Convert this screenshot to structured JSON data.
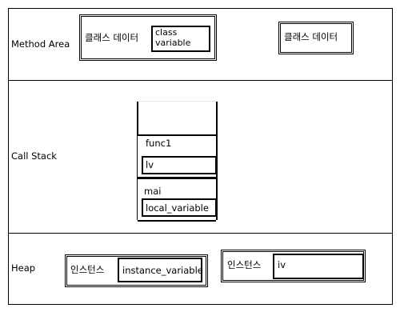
{
  "regions": {
    "method_area": {
      "label": "Method Area"
    },
    "call_stack": {
      "label": "Call Stack"
    },
    "heap": {
      "label": "Heap"
    }
  },
  "method_area": {
    "class_data_1": {
      "label": "클래스 데이터",
      "field_line1": "class",
      "field_line2": "variable"
    },
    "class_data_2": {
      "label": "클래스 데이터"
    }
  },
  "call_stack": {
    "frames": [
      {
        "name": "func1",
        "variable": "lv"
      },
      {
        "name": "mai",
        "variable": "local_variable"
      }
    ]
  },
  "heap": {
    "instances": [
      {
        "label": "인스턴스",
        "field": "instance_variable"
      },
      {
        "label": "인스턴스",
        "field": "iv"
      }
    ]
  }
}
